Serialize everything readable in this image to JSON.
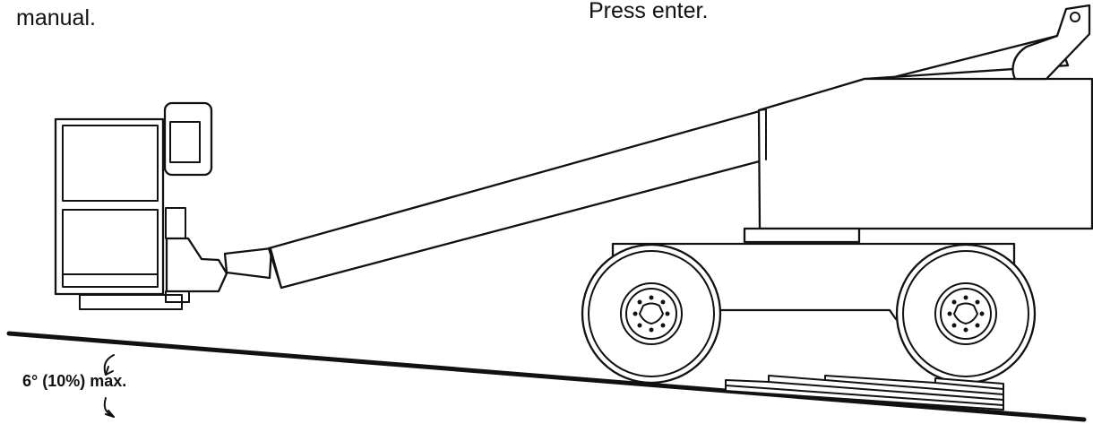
{
  "text": {
    "top_left_fragment": "manual.",
    "top_right_fragment": "Press enter.",
    "slope_label": "6° (10%) max."
  },
  "colors": {
    "ink": "#111111",
    "background": "#ffffff"
  },
  "icons": {
    "slope_arrow": "curved-double-arrow-icon"
  }
}
